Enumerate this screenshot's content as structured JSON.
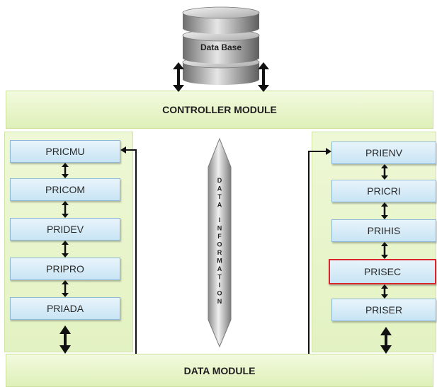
{
  "database": {
    "label": "Data Base"
  },
  "controller": {
    "label": "CONTROLLER MODULE"
  },
  "data_module": {
    "label": "DATA MODULE"
  },
  "left_modules": [
    "PRICMU",
    "PRICOM",
    "PRIDEV",
    "PRIPRO",
    "PRIADA"
  ],
  "right_modules": [
    "PRIENV",
    "PRICRI",
    "PRIHIS",
    "PRISEC",
    "PRISER"
  ],
  "highlighted_module": "PRISEC",
  "center_label": "DATA INFORMATION",
  "colors": {
    "module_fill": "#c8e4f4",
    "band_fill": "#dff0b8",
    "highlight": "#d8262c",
    "connector": "#111111"
  }
}
